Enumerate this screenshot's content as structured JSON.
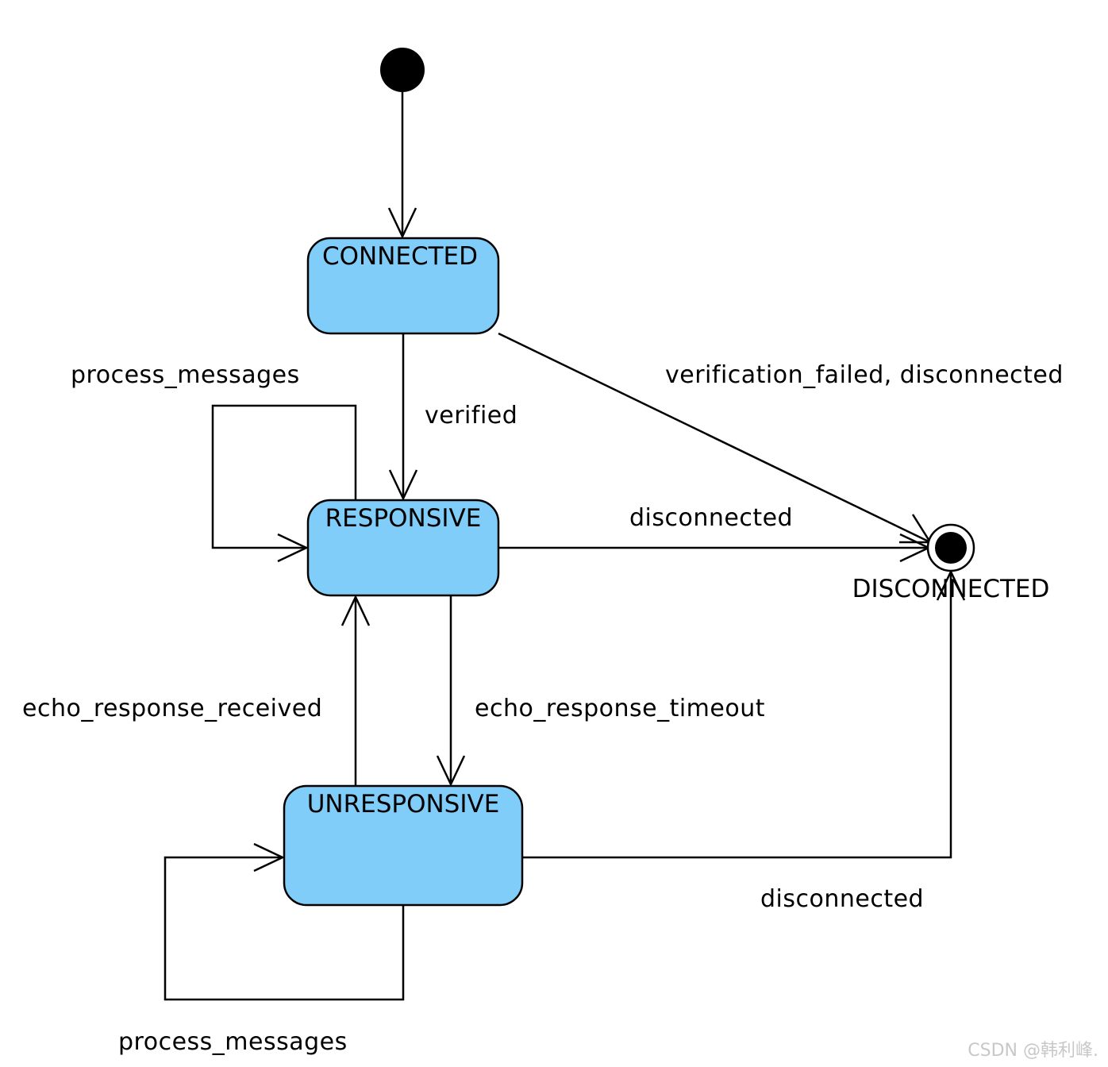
{
  "states": {
    "connected": "CONNECTED",
    "responsive": "RESPONSIVE",
    "unresponsive": "UNRESPONSIVE",
    "disconnected": "DISCONNECTED"
  },
  "transitions": {
    "connected_to_responsive": "verified",
    "connected_to_disconnected": "verification_failed, disconnected",
    "responsive_self_loop": "process_messages",
    "responsive_to_disconnected": "disconnected",
    "responsive_to_unresponsive": "echo_response_timeout",
    "unresponsive_to_responsive": "echo_response_received",
    "unresponsive_self_loop": "process_messages",
    "unresponsive_to_disconnected": "disconnected"
  },
  "watermark": "CSDN @韩利峰.",
  "colors": {
    "state_fill": "#81cdf9",
    "stroke": "#000000",
    "watermark": "#c8c8c8"
  }
}
